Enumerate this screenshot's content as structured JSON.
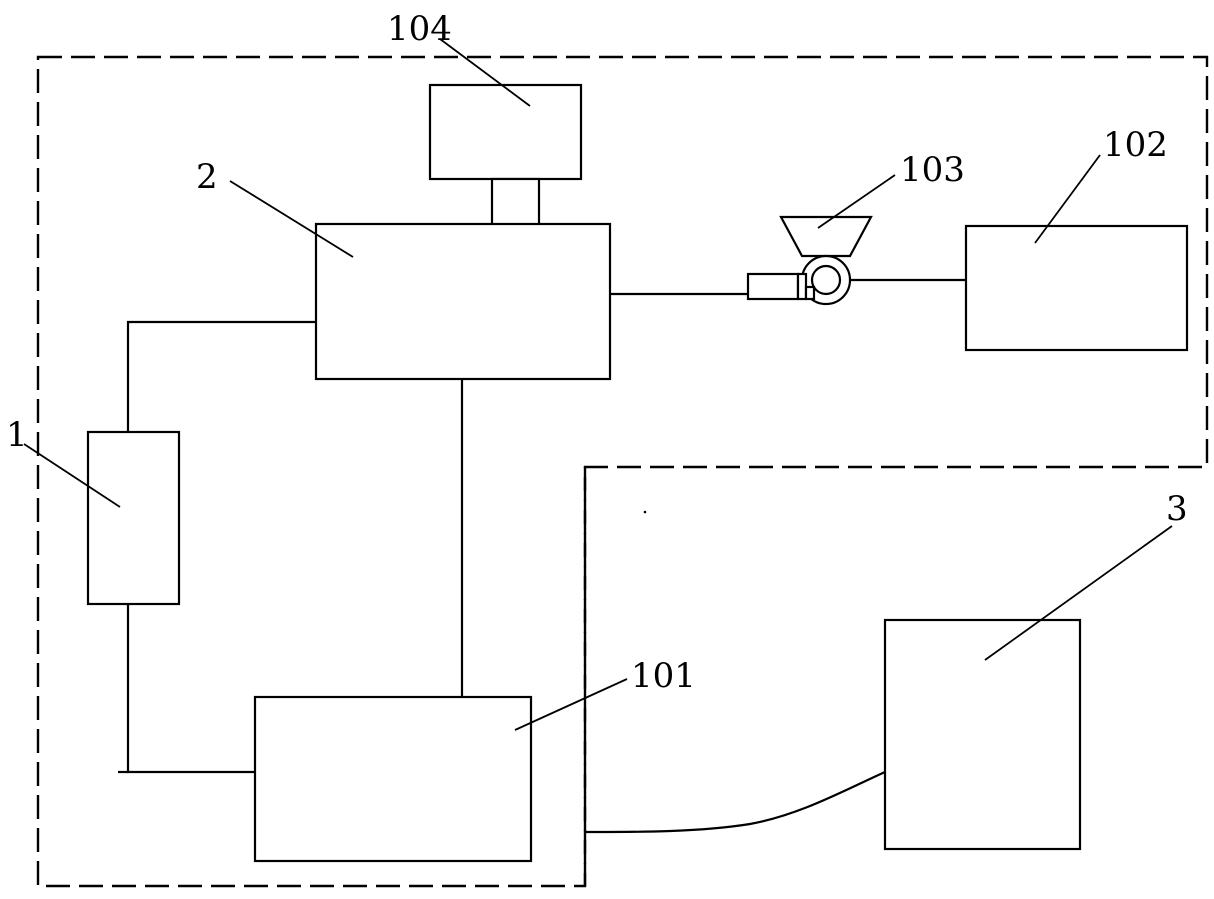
{
  "labels": {
    "component_1": "1",
    "component_2": "2",
    "component_3": "3",
    "component_101": "101",
    "component_102": "102",
    "component_103": "103",
    "component_104": "104"
  },
  "colors": {
    "line": "#000000",
    "background": "#ffffff"
  }
}
